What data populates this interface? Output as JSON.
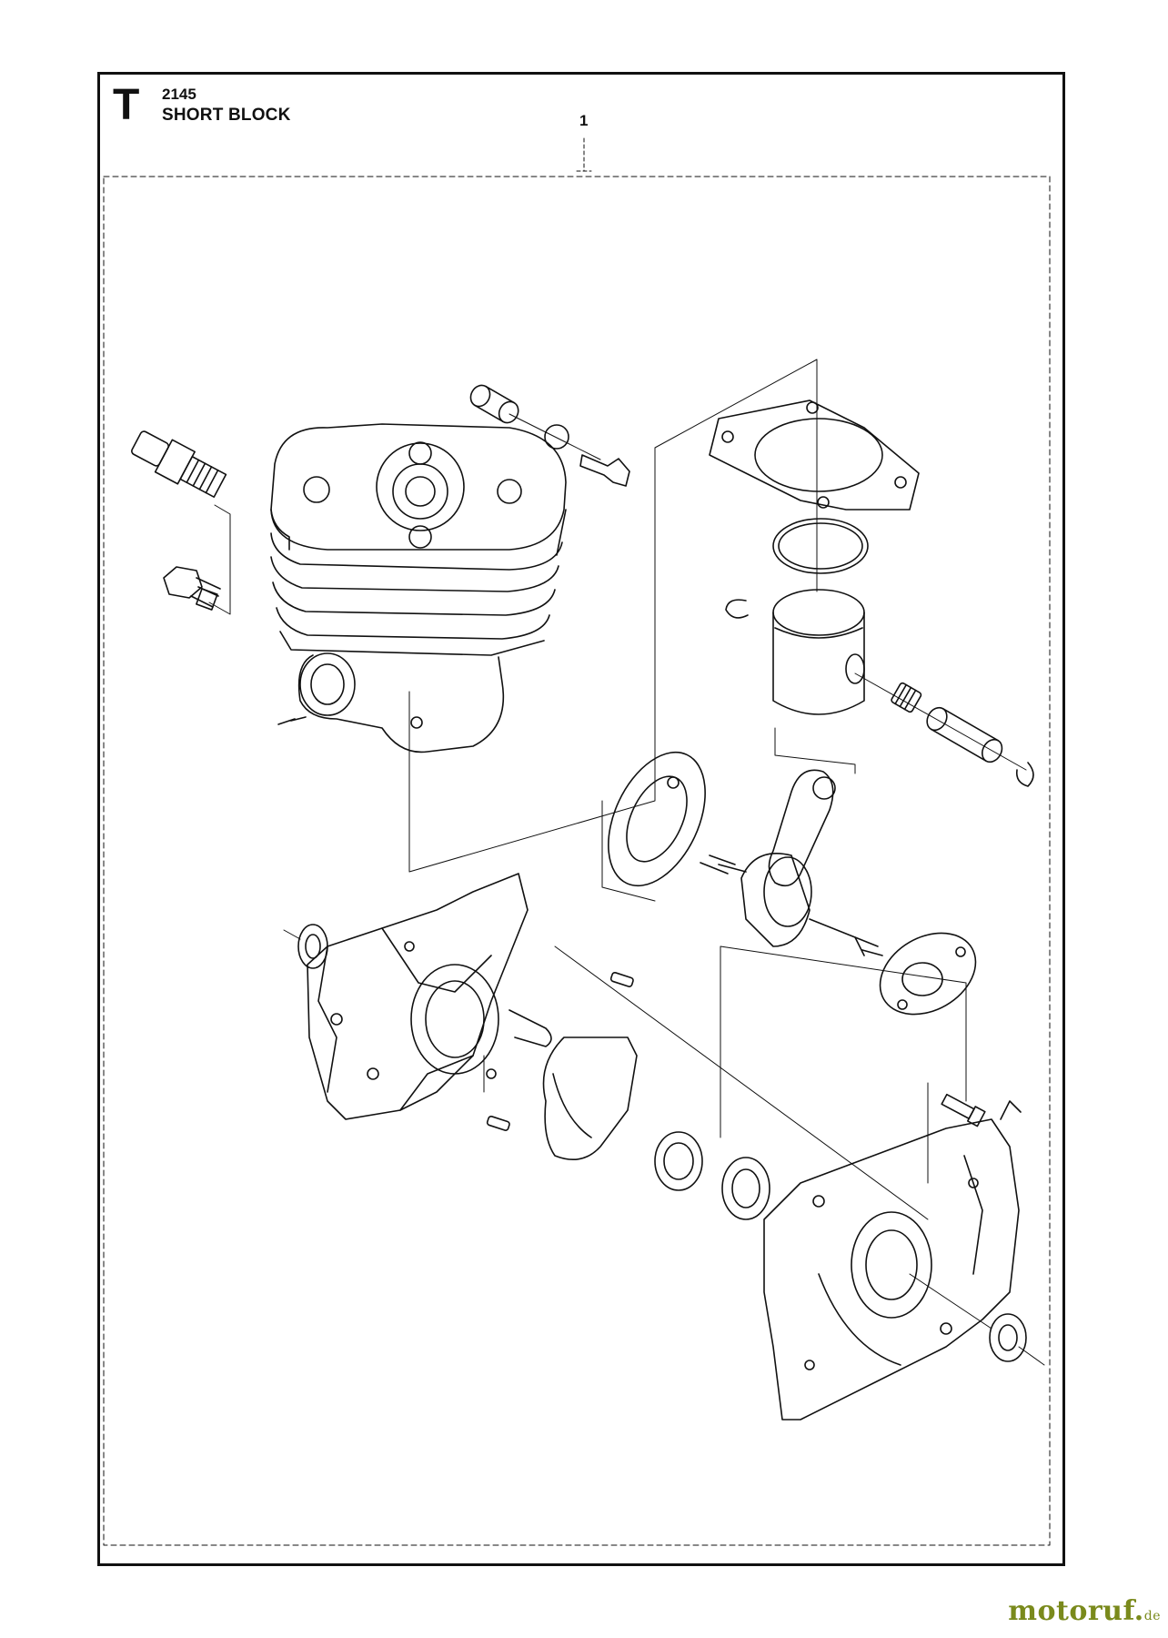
{
  "header": {
    "section_letter": "T",
    "diagram_number": "2145",
    "title": "SHORT BLOCK"
  },
  "callouts": [
    {
      "label": "1"
    }
  ],
  "watermark": {
    "brand": "motoruf",
    "dot": ".",
    "tld": "de"
  },
  "colors": {
    "line": "#111111",
    "watermark": "#7a8a1c"
  }
}
